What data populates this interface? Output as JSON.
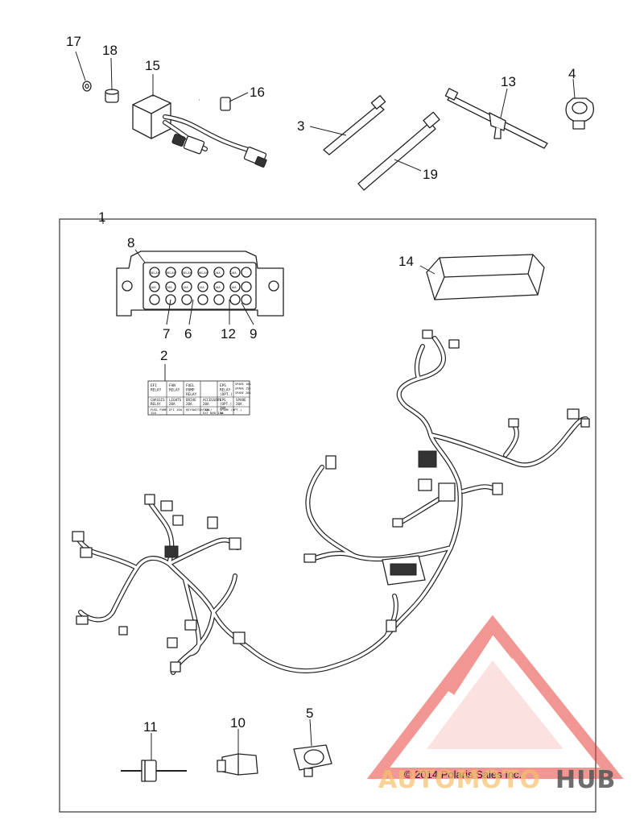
{
  "callouts": [
    {
      "id": "17",
      "text": "17"
    },
    {
      "id": "18",
      "text": "18"
    },
    {
      "id": "15",
      "text": "15"
    },
    {
      "id": "16",
      "text": "16"
    },
    {
      "id": "3",
      "text": "3"
    },
    {
      "id": "19",
      "text": "19"
    },
    {
      "id": "13",
      "text": "13"
    },
    {
      "id": "4",
      "text": "4"
    },
    {
      "id": "1",
      "text": "1"
    },
    {
      "id": "8",
      "text": "8"
    },
    {
      "id": "14",
      "text": "14"
    },
    {
      "id": "7",
      "text": "7"
    },
    {
      "id": "6",
      "text": "6"
    },
    {
      "id": "12",
      "text": "12"
    },
    {
      "id": "9",
      "text": "9"
    },
    {
      "id": "2",
      "text": "2"
    },
    {
      "id": "11",
      "text": "11"
    },
    {
      "id": "10",
      "text": "10"
    },
    {
      "id": "5",
      "text": "5"
    }
  ],
  "fuse_label": {
    "row1": [
      "EFI RELAY",
      "FAN RELAY",
      "FUEL PUMP RELAY",
      "",
      "EPS RELAY (OPT.)"
    ],
    "row1_small": [
      "SPARE 10A",
      "SPARE 15A",
      "SPARE 20A"
    ],
    "row2": [
      "CHASSIS RELAY",
      "LIGHTS 20A",
      "DRIVE 20A",
      "ACCESSORY 20A",
      "EPS (OPT.) 30A",
      "SPARE 20A"
    ],
    "row3": [
      "FUEL PUMP 15A",
      "EFI 10A",
      "KEYSWITCH 15A",
      "FAN / EXT BAR 15A",
      "SPARE (OPT.) 5A"
    ]
  },
  "relay_small_labels": [
    "RELAY",
    "RELAY",
    "RELAY",
    "RELAY",
    "20A",
    "20A",
    "20A",
    "20A",
    "15A",
    "15A",
    "10A",
    "10A",
    "5A"
  ],
  "copyright": "© 2014 Polaris Sales Inc.",
  "watermark": {
    "text_a": "AUTOMOTO",
    "text_b": "HUB",
    "color_a": "#f6c06b",
    "color_b": "#555555",
    "logo_color": "#e8413c"
  }
}
